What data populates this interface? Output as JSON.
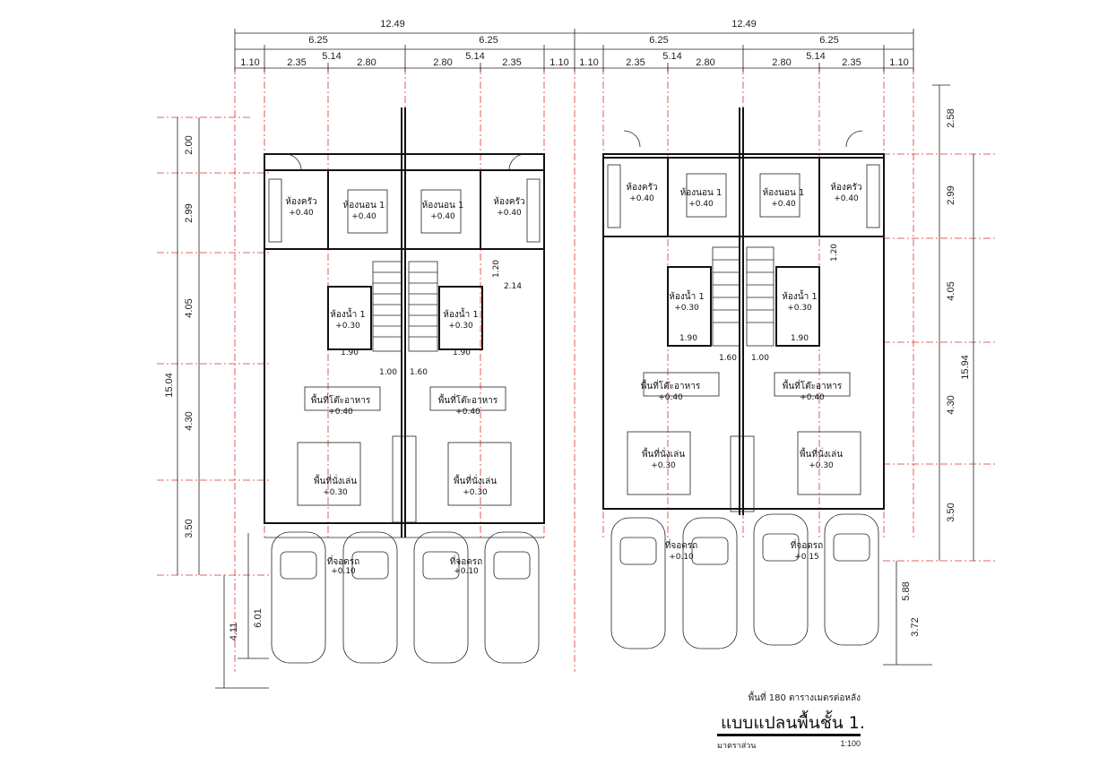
{
  "drawing": {
    "top_dims": {
      "row1": [
        "12.49",
        "12.49"
      ],
      "row2": [
        "6.25",
        "6.25",
        "6.25",
        "6.25"
      ],
      "row3": [
        "5.14",
        "5.14",
        "5.14",
        "5.14"
      ],
      "row4": [
        "1.10",
        "2.35",
        "2.80",
        "2.80",
        "2.35",
        "1.10",
        "1.10",
        "2.35",
        "2.80",
        "2.80",
        "2.35",
        "1.10"
      ]
    },
    "left_dims": {
      "segments": [
        "2.00",
        "2.99",
        "4.05",
        "4.30",
        "3.50"
      ],
      "total": "15.04",
      "lower_a": "6.01",
      "lower_b": "4.11"
    },
    "right_dims": {
      "segments": [
        "2.58",
        "2.99",
        "4.05",
        "4.30",
        "3.50"
      ],
      "total": "15.94",
      "lower_a": "5.88",
      "lower_b": "3.72"
    },
    "inner_dims": [
      "1.20",
      "2.14",
      "1.90",
      "1.90",
      "1.00",
      "1.60",
      "1.20",
      "1.90",
      "1.90",
      "1.60",
      "1.00"
    ],
    "rooms_left": [
      {
        "name": "ห้องครัว",
        "level": "+0.40"
      },
      {
        "name": "ห้องนอน 1",
        "level": "+0.40"
      },
      {
        "name": "ห้องนอน 1",
        "level": "+0.40"
      },
      {
        "name": "ห้องครัว",
        "level": "+0.40"
      },
      {
        "name": "ห้องน้ำ 1",
        "level": "+0.30"
      },
      {
        "name": "ห้องน้ำ 1",
        "level": "+0.30"
      },
      {
        "name": "พื้นที่โต๊ะอาหาร",
        "level": "+0.40"
      },
      {
        "name": "พื้นที่โต๊ะอาหาร",
        "level": "+0.40"
      },
      {
        "name": "พื้นที่นั่งเล่น",
        "level": "+0.30"
      },
      {
        "name": "พื้นที่นั่งเล่น",
        "level": "+0.30"
      },
      {
        "name": "ที่จอดรถ",
        "level": "+0.10"
      },
      {
        "name": "ที่จอดรถ",
        "level": "+0.10"
      }
    ],
    "rooms_right": [
      {
        "name": "ห้องครัว",
        "level": "+0.40"
      },
      {
        "name": "ห้องนอน 1",
        "level": "+0.40"
      },
      {
        "name": "ห้องนอน 1",
        "level": "+0.40"
      },
      {
        "name": "ห้องครัว",
        "level": "+0.40"
      },
      {
        "name": "ห้องน้ำ 1",
        "level": "+0.30"
      },
      {
        "name": "ห้องน้ำ 1",
        "level": "+0.30"
      },
      {
        "name": "พื้นที่โต๊ะอาหาร",
        "level": "+0.40"
      },
      {
        "name": "พื้นที่โต๊ะอาหาร",
        "level": "+0.40"
      },
      {
        "name": "พื้นที่นั่งเล่น",
        "level": "+0.30"
      },
      {
        "name": "พื้นที่นั่งเล่น",
        "level": "+0.30"
      },
      {
        "name": "ที่จอดรถ",
        "level": "+0.10"
      },
      {
        "name": "ที่จอดรถ",
        "level": "+0.15"
      }
    ]
  },
  "title_block": {
    "area_note": "พื้นที่ 180 ตารางเมตรต่อหลัง",
    "title": "แบบแปลนพื้นชั้น 1.",
    "scale_label": "มาตราส่วน",
    "scale": "1:100"
  }
}
